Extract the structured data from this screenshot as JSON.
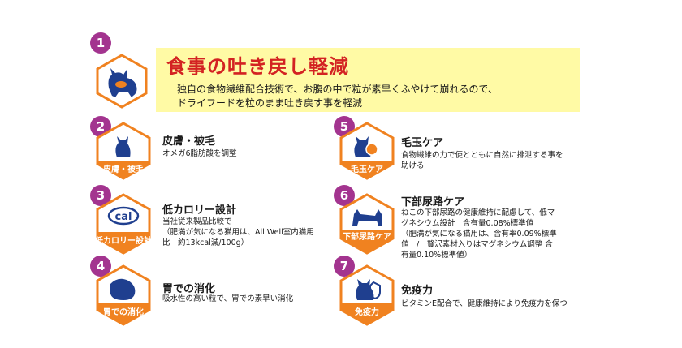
{
  "features": [
    {
      "num": "1",
      "title": "食事の吐き戻し軽減",
      "desc": [
        "独自の食物繊維配合技術で、お腹の中で粒が素早くふやけて崩れるので、",
        "ドライフードを粒のまま吐き戻す事を軽減"
      ]
    },
    {
      "num": "2",
      "title": "皮膚・被毛",
      "icon_label": "皮膚・被毛",
      "icon": "cat-sitting-icon",
      "desc": [
        "オメガ6脂肪酸を調整"
      ]
    },
    {
      "num": "3",
      "title": "低カロリー設計",
      "icon_label": "低カロリー設計",
      "icon": "calorie-icon",
      "cal_text": "cal",
      "desc": [
        "当社従来製品比較で",
        "（肥満が気になる猫用は、All Well室内猫用",
        "比　約13kcal減/100g）"
      ]
    },
    {
      "num": "4",
      "title": "胃での消化",
      "icon_label": "胃での消化",
      "icon": "stomach-icon",
      "desc": [
        "吸水性の高い粒で、胃での素早い消化"
      ]
    },
    {
      "num": "5",
      "title": "毛玉ケア",
      "icon_label": "毛玉ケア",
      "icon": "cat-hairball-icon",
      "desc": [
        "食物繊維の力で便とともに自然に排泄する事を",
        "助ける"
      ]
    },
    {
      "num": "6",
      "title": "下部尿路ケア",
      "icon_label": "下部尿路ケア",
      "icon": "cat-urinary-icon",
      "desc": [
        "ねこの下部尿路の健康維持に配慮して、低マ",
        "グネシウム設計　含有量0.08%標準値",
        "（肥満が気になる猫用は、含有率0.09%標準",
        "値　/　贅沢素材入りはマグネシウム調整 含",
        "有量0.10%標準値）"
      ]
    },
    {
      "num": "7",
      "title": "免疫力",
      "icon_label": "免疫力",
      "icon": "cat-immunity-icon",
      "desc": [
        "ビタミンE配合で、健康維持により免疫力を保つ"
      ]
    }
  ],
  "colors": {
    "accent": "#a3348f",
    "orange": "#f08220",
    "navy": "#1f3f8f",
    "banner": "#fffaa5",
    "title_red": "#d32222"
  }
}
